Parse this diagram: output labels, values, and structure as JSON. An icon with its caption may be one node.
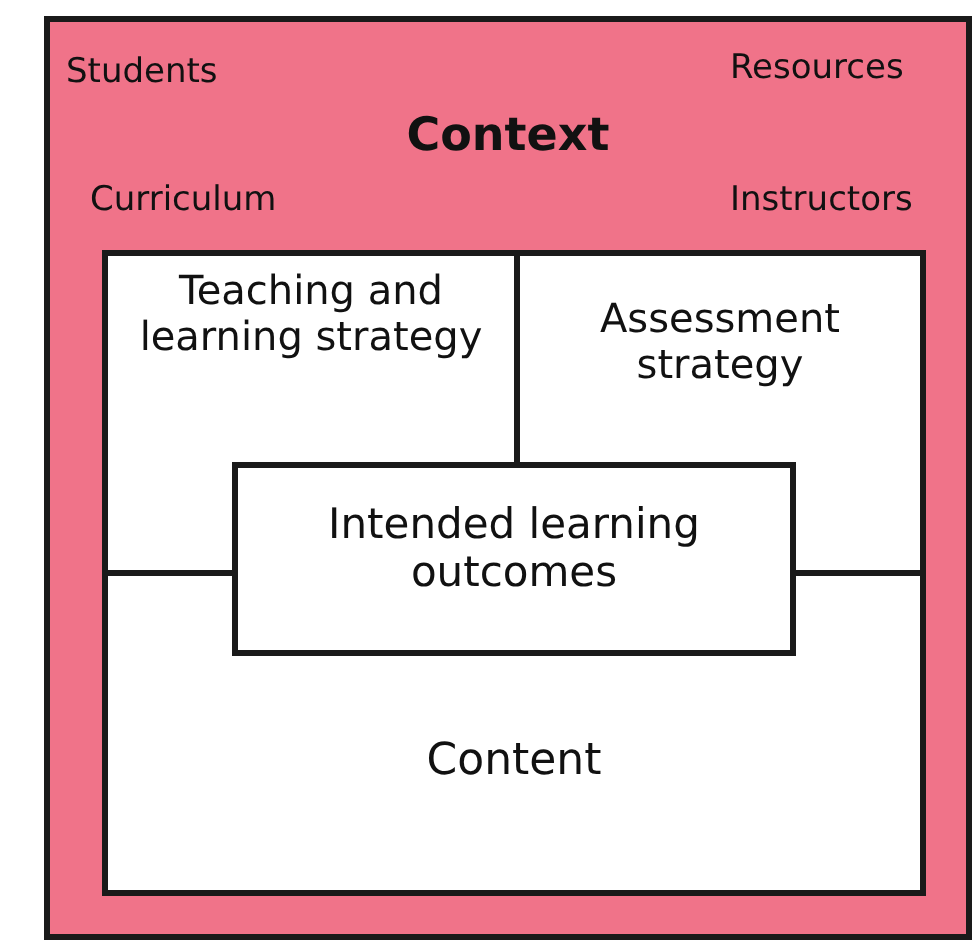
{
  "diagram": {
    "nodes": [
      {
        "text": [
          "Students",
          "Resources",
          "Context",
          "Curriculum",
          "Instructors"
        ]
      },
      {
        "text": [
          "Teaching and learning strategy"
        ],
        "in": 0
      },
      {
        "text": [
          "Assessment strategy"
        ],
        "in": 0
      },
      {
        "text": [
          "Intended learning outcomes"
        ],
        "in": 0
      },
      {
        "text": [
          "Content"
        ],
        "in": 0
      }
    ],
    "edges": []
  }
}
